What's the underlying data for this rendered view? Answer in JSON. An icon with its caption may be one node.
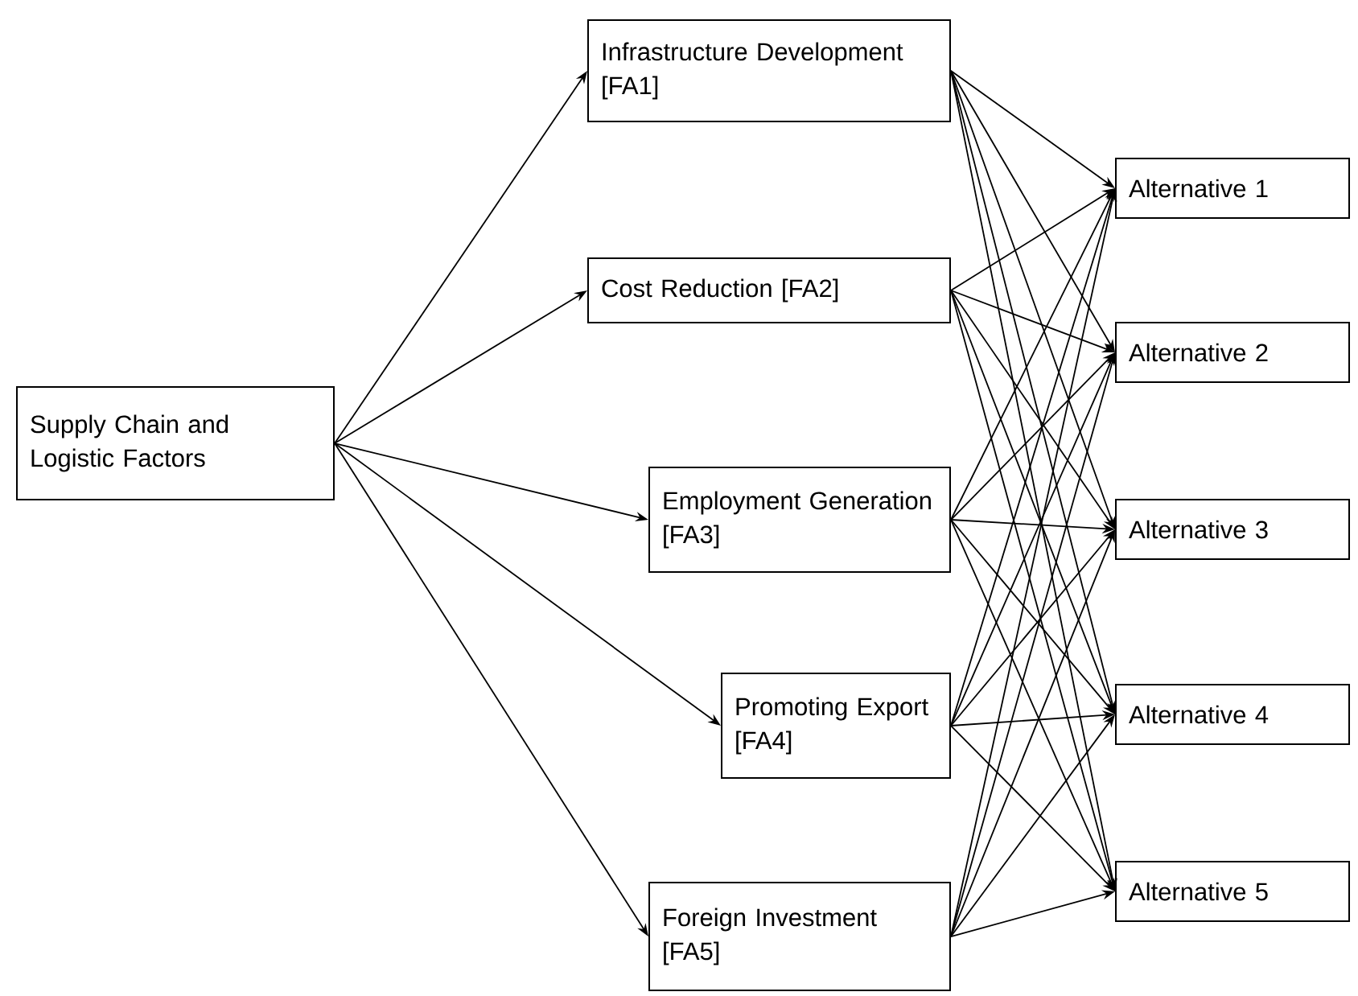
{
  "diagram": {
    "nodes": [
      {
        "text": [
          "Supply Chain and Logistic Factors"
        ]
      },
      {
        "text": [
          "Infrastructure Development [FA1]"
        ]
      },
      {
        "text": [
          "Cost Reduction [FA2]"
        ]
      },
      {
        "text": [
          "Employment Generation [FA3]"
        ]
      },
      {
        "text": [
          "Promoting Export [FA4]"
        ]
      },
      {
        "text": [
          "Foreign Investment [FA5]"
        ]
      },
      {
        "text": [
          "Alternative 1"
        ]
      },
      {
        "text": [
          "Alternative 2"
        ]
      },
      {
        "text": [
          "Alternative 3"
        ]
      },
      {
        "text": [
          "Alternative 4"
        ]
      },
      {
        "text": [
          "Alternative 5"
        ]
      }
    ],
    "edges": [
      {
        "from": 0,
        "to": 1,
        "arrow": "to"
      },
      {
        "from": 0,
        "to": 2,
        "arrow": "to"
      },
      {
        "from": 0,
        "to": 3,
        "arrow": "to"
      },
      {
        "from": 0,
        "to": 4,
        "arrow": "to"
      },
      {
        "from": 0,
        "to": 5,
        "arrow": "to"
      },
      {
        "from": 1,
        "to": 6,
        "arrow": "to"
      },
      {
        "from": 1,
        "to": 7,
        "arrow": "to"
      },
      {
        "from": 1,
        "to": 8,
        "arrow": "to"
      },
      {
        "from": 1,
        "to": 9,
        "arrow": "to"
      },
      {
        "from": 1,
        "to": 10,
        "arrow": "to"
      },
      {
        "from": 2,
        "to": 6,
        "arrow": "to"
      },
      {
        "from": 2,
        "to": 7,
        "arrow": "to"
      },
      {
        "from": 2,
        "to": 8,
        "arrow": "to"
      },
      {
        "from": 2,
        "to": 9,
        "arrow": "to"
      },
      {
        "from": 2,
        "to": 10,
        "arrow": "to"
      },
      {
        "from": 3,
        "to": 6,
        "arrow": "to"
      },
      {
        "from": 3,
        "to": 7,
        "arrow": "to"
      },
      {
        "from": 3,
        "to": 8,
        "arrow": "to"
      },
      {
        "from": 3,
        "to": 9,
        "arrow": "to"
      },
      {
        "from": 3,
        "to": 10,
        "arrow": "to"
      },
      {
        "from": 4,
        "to": 6,
        "arrow": "to"
      },
      {
        "from": 4,
        "to": 7,
        "arrow": "to"
      },
      {
        "from": 4,
        "to": 8,
        "arrow": "to"
      },
      {
        "from": 4,
        "to": 9,
        "arrow": "to"
      },
      {
        "from": 4,
        "to": 10,
        "arrow": "to"
      },
      {
        "from": 5,
        "to": 6,
        "arrow": "to"
      },
      {
        "from": 5,
        "to": 7,
        "arrow": "to"
      },
      {
        "from": 5,
        "to": 8,
        "arrow": "to"
      },
      {
        "from": 5,
        "to": 9,
        "arrow": "to"
      },
      {
        "from": 5,
        "to": 10,
        "arrow": "to"
      }
    ]
  }
}
